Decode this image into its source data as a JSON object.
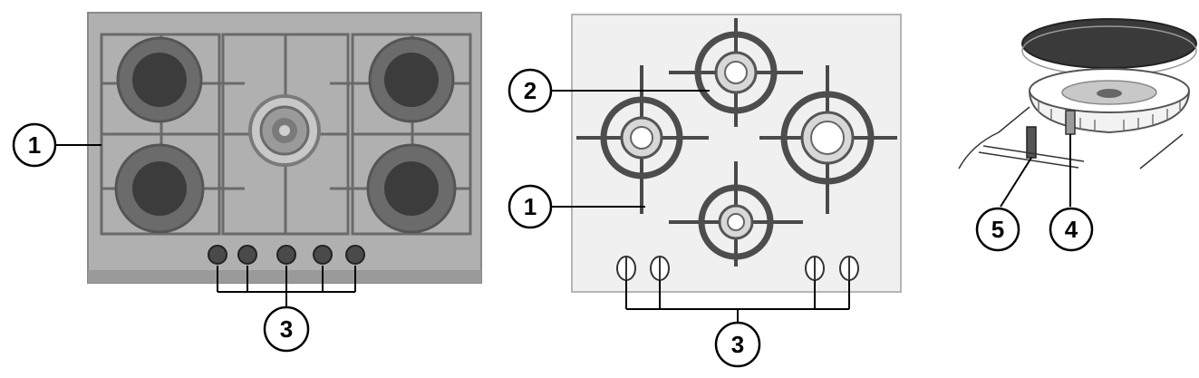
{
  "figure": {
    "hob_left": {
      "callouts": [
        {
          "id": "c1",
          "label": "1"
        },
        {
          "id": "c3",
          "label": "3"
        }
      ],
      "burner_count": 5,
      "knob_count": 5
    },
    "hob_middle": {
      "callouts": [
        {
          "id": "c2",
          "label": "2"
        },
        {
          "id": "c1",
          "label": "1"
        },
        {
          "id": "c3",
          "label": "3"
        }
      ],
      "burner_count": 4,
      "knob_count": 4
    },
    "burner_detail": {
      "callouts": [
        {
          "id": "c5",
          "label": "5"
        },
        {
          "id": "c4",
          "label": "4"
        }
      ]
    }
  },
  "colors": {
    "left_panel": "#a9a9a9",
    "left_panel_edge": "#8f8f8f",
    "middle_panel": "#eeeeee",
    "grate_dark": "#555555",
    "burner_dark": "#3a3a3a",
    "outline": "#000000"
  }
}
